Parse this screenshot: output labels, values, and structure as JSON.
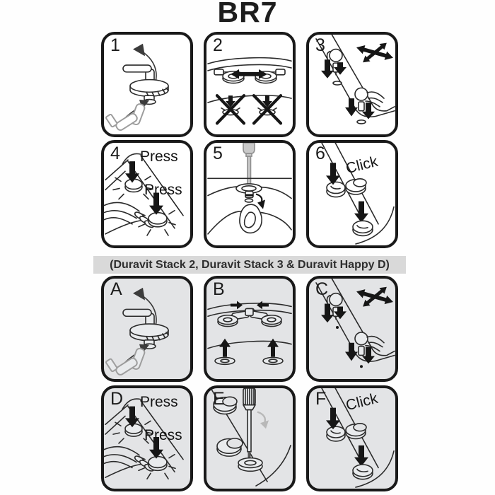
{
  "title": "BR7",
  "divider_note": "(Duravit Stack 2, Duravit Stack 3 & Duravit Happy D)",
  "colors": {
    "panel_border": "#191919",
    "top_panel_fill": "#ffffff",
    "bottom_panel_fill": "#e3e4e6",
    "divider_fill": "#d9d9d9",
    "line_art": "#2b2b2b",
    "arrow_black": "#161616",
    "gray_part": "#9d9d9d"
  },
  "sections": [
    {
      "panels": [
        {
          "label": "1",
          "annotations": []
        },
        {
          "label": "2",
          "annotations": []
        },
        {
          "label": "3",
          "annotations": []
        },
        {
          "label": "4",
          "annotations": [
            "Press",
            "Press"
          ]
        },
        {
          "label": "5",
          "annotations": []
        },
        {
          "label": "6",
          "annotations": [
            "Click"
          ]
        }
      ]
    },
    {
      "panels": [
        {
          "label": "A",
          "annotations": []
        },
        {
          "label": "B",
          "annotations": []
        },
        {
          "label": "C",
          "annotations": []
        },
        {
          "label": "D",
          "annotations": [
            "Press",
            "Press"
          ]
        },
        {
          "label": "E",
          "annotations": []
        },
        {
          "label": "F",
          "annotations": [
            "Click"
          ]
        }
      ]
    }
  ]
}
